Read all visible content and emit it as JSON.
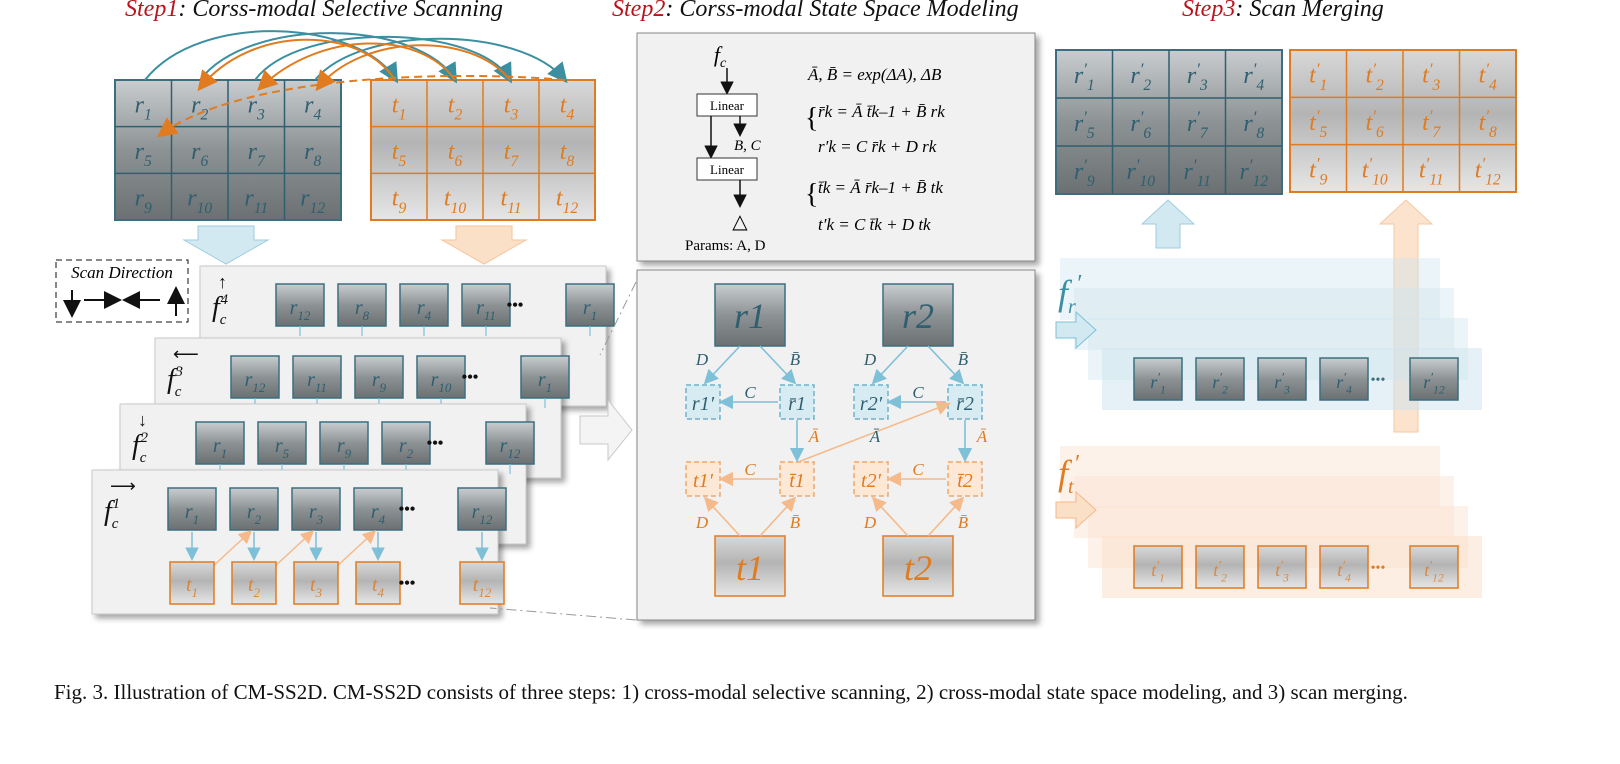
{
  "steps": {
    "step1": {
      "num": "Step1",
      "title": ": Corss-modal Selective Scanning"
    },
    "step2": {
      "num": "Step2",
      "title": ": Corss-modal State Space Modeling"
    },
    "step3": {
      "num": "Step3",
      "title": ": Scan Merging"
    }
  },
  "grid_rgb": [
    "r1",
    "r2",
    "r3",
    "r4",
    "r5",
    "r6",
    "r7",
    "r8",
    "r9",
    "r10",
    "r11",
    "r12"
  ],
  "grid_thermal": [
    "t1",
    "t2",
    "t3",
    "t4",
    "t5",
    "t6",
    "t7",
    "t8",
    "t9",
    "t10",
    "t11",
    "t12"
  ],
  "merged_rgb": [
    "r1′",
    "r2′",
    "r3′",
    "r4′",
    "r5′",
    "r6′",
    "r7′",
    "r8′",
    "r9′",
    "r10′",
    "r11′",
    "r12′"
  ],
  "merged_thermal": [
    "t1′",
    "t2′",
    "t3′",
    "t4′",
    "t5′",
    "t6′",
    "t7′",
    "t8′",
    "t9′",
    "t10′",
    "t11′",
    "t12′"
  ],
  "scan_direction": {
    "label": "Scan Direction",
    "arrows": "↓ ⟶ ⟵ ↑"
  },
  "scans": [
    {
      "label": "fc1",
      "dir": "⟶",
      "cells": [
        "r1",
        "r2",
        "r3",
        "r4",
        "r12"
      ],
      "thermal": [
        "t1",
        "t2",
        "t3",
        "t4",
        "t12"
      ]
    },
    {
      "label": "fc2",
      "dir": "↓",
      "cells": [
        "r1",
        "r5",
        "r9",
        "r2",
        "r12"
      ]
    },
    {
      "label": "fc3",
      "dir": "⟵",
      "cells": [
        "r12",
        "r11",
        "r9",
        "r10",
        "r1"
      ]
    },
    {
      "label": "fc4",
      "dir": "↑",
      "cells": [
        "r12",
        "r8",
        "r4",
        "r11",
        "r1"
      ]
    }
  ],
  "ellipsis": "•••",
  "ssm": {
    "fc": "fc",
    "linear1": "Linear",
    "linear2": "Linear",
    "bc": "B, C",
    "delta": "△",
    "params": "Params: A, D",
    "eq1": "Ā, B̄ = exp(ΔA), ΔB",
    "eq2a": "r̄k = Ā t̄k–1 + B̄ rk",
    "eq2b": "r′k = C r̄k + D rk",
    "eq3a": "t̄k = Ā r̄k–1 + B̄ tk",
    "eq3b": "t′k = C t̄k + D tk"
  },
  "detail": {
    "r1": "r1",
    "r2": "r2",
    "t1": "t1",
    "t2": "t2",
    "r1p": "r1′",
    "r2p": "r2′",
    "t1p": "t1′",
    "t2p": "t2′",
    "r1b": "r̄1",
    "r2b": "r̄2",
    "t1b": "t̄1",
    "t2b": "t̄2",
    "D": "D",
    "C": "C",
    "Bbar": "B̄",
    "Abar": "Ā"
  },
  "outputs": {
    "fr": "fr′",
    "ft": "ft′"
  },
  "caption": "Fig. 3.   Illustration of CM-SS2D. CM-SS2D consists of three steps: 1) cross-modal selective scanning, 2) cross-modal state space modeling, and 3) scan merging.",
  "colors": {
    "teal": "#3b6f80",
    "orange": "#e07b1f",
    "red": "#b8141c",
    "lightblue": "#8fc3d6",
    "peach": "#f7c9a3",
    "gray_img": "#8f9496"
  }
}
